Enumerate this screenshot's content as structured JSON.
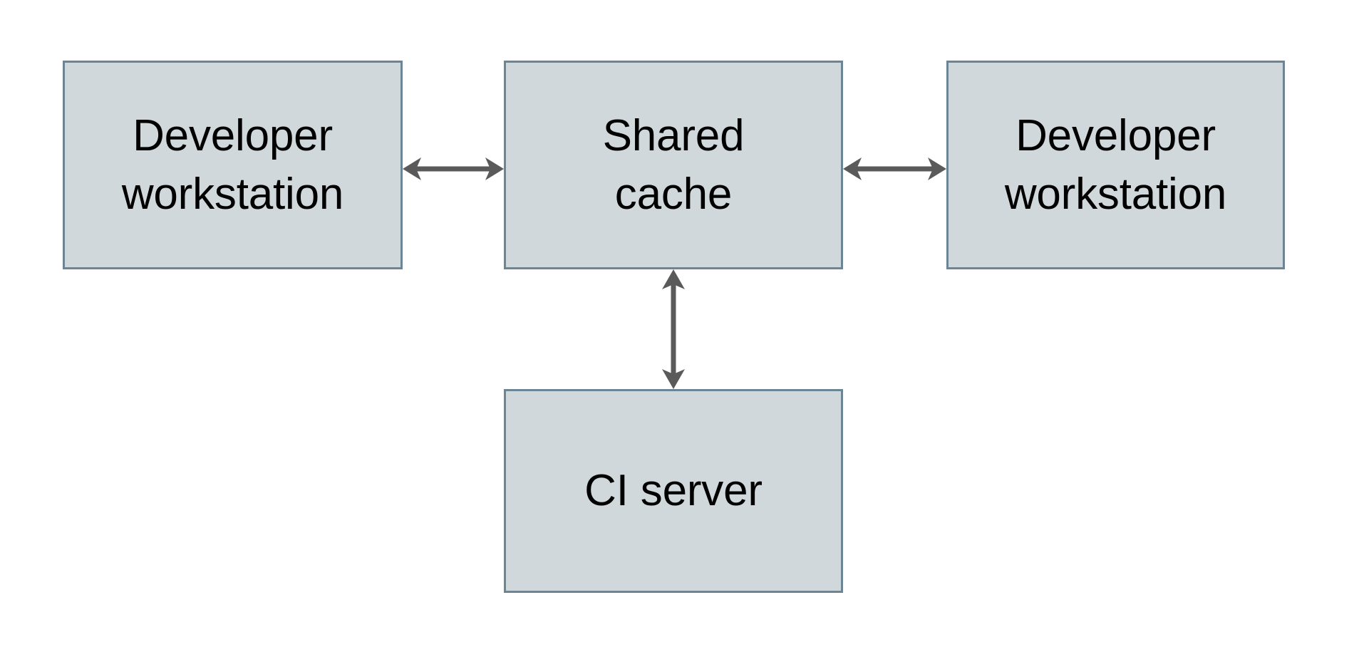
{
  "diagram": {
    "type": "block-diagram",
    "background_color": "#ffffff",
    "node_fill_color": "#d0d8db",
    "node_border_color": "#6b8594",
    "edge_color": "#5a5a5a",
    "text_color": "#000000",
    "nodes": [
      {
        "id": "dev-left",
        "label": "Developer\nworkstation"
      },
      {
        "id": "shared",
        "label": "Shared\ncache"
      },
      {
        "id": "dev-right",
        "label": "Developer\nworkstation"
      },
      {
        "id": "ci",
        "label": "CI server"
      }
    ],
    "edges": [
      {
        "id": "left-shared",
        "from": "dev-left",
        "to": "shared",
        "direction": "bidirectional",
        "orientation": "horizontal",
        "label": ""
      },
      {
        "id": "shared-right",
        "from": "shared",
        "to": "dev-right",
        "direction": "bidirectional",
        "orientation": "horizontal",
        "label": ""
      },
      {
        "id": "shared-ci",
        "from": "shared",
        "to": "ci",
        "direction": "bidirectional",
        "orientation": "vertical",
        "label": ""
      }
    ]
  }
}
